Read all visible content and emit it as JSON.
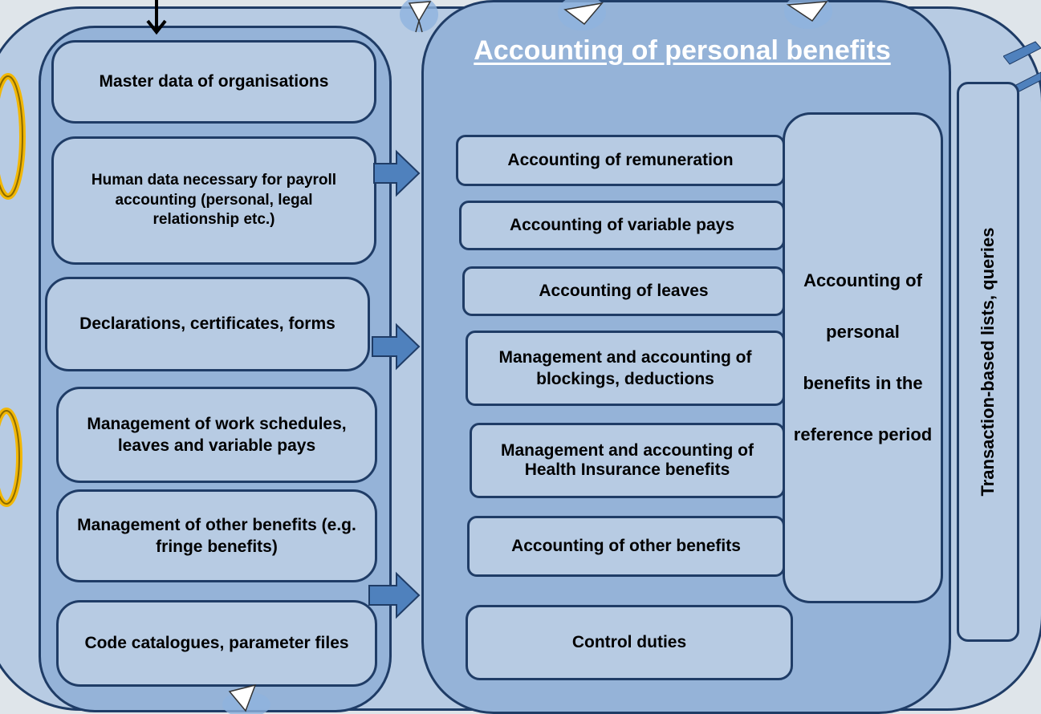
{
  "title": "Accounting of personal benefits",
  "left_boxes": [
    "Master data of organisations",
    "Human data necessary for payroll accounting (personal, legal relationship etc.)",
    "Declarations, certificates, forms",
    "Management of work schedules, leaves and variable pays",
    "Management of other benefits (e.g. fringe benefits)",
    "Code catalogues, parameter files"
  ],
  "accounting_boxes": [
    "Accounting of remuneration",
    "Accounting of variable pays",
    "Accounting of leaves",
    "Management and accounting of blockings, deductions",
    "Management and accounting of Health Insurance benefits",
    "Accounting of other benefits"
  ],
  "control_duties": "Control duties",
  "period_box": "Accounting of personal benefits in the reference period",
  "side_label": "Transaction-based lists, queries",
  "colors": {
    "outer_fill": "#b7cbe3",
    "inner_fill": "#95b3d8",
    "border": "#1f3c66",
    "arrow": "#4f81bd",
    "title_text": "#ffffff",
    "accent_ring": "#f2b705"
  }
}
